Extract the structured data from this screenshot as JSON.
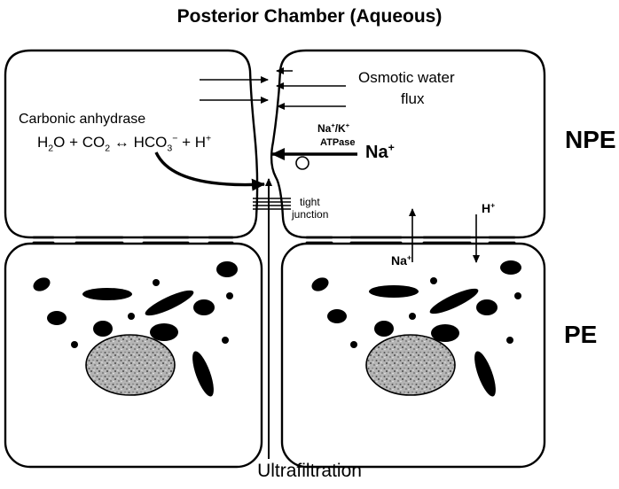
{
  "title": "Posterior Chamber (Aqueous)",
  "bottom_label": "Ultrafiltration",
  "layers": {
    "npe": "NPE",
    "pe": "PE"
  },
  "osmotic": {
    "line1": "Osmotic water",
    "line2": "flux"
  },
  "enzyme": "Carbonic anhydrase",
  "reaction": {
    "h2o": "H",
    "h2o_sub": "2",
    "h2o_o": "O",
    "plus1": " + ",
    "co2": "CO",
    "co2_sub": "2",
    "arrow": " ↔ ",
    "hco3": "HCO",
    "hco3_sub": "3",
    "hco3_sup": "−",
    "plus2": " + ",
    "h": "H",
    "h_sup": "+"
  },
  "pump": {
    "na": "Na",
    "na_sup": "+",
    "slash": "/",
    "k": "K",
    "k_sup": "+",
    "atpase": "ATPase"
  },
  "sodium_large": {
    "text": "Na",
    "sup": "+"
  },
  "tight_junction": {
    "line1": "tight",
    "line2": "junction"
  },
  "exchanger": {
    "na": "Na",
    "na_sup": "+",
    "h": "H",
    "h_sup": "+"
  },
  "colors": {
    "line": "#000000",
    "fill": "#ffffff",
    "nucleus": "#9a9a9a"
  }
}
